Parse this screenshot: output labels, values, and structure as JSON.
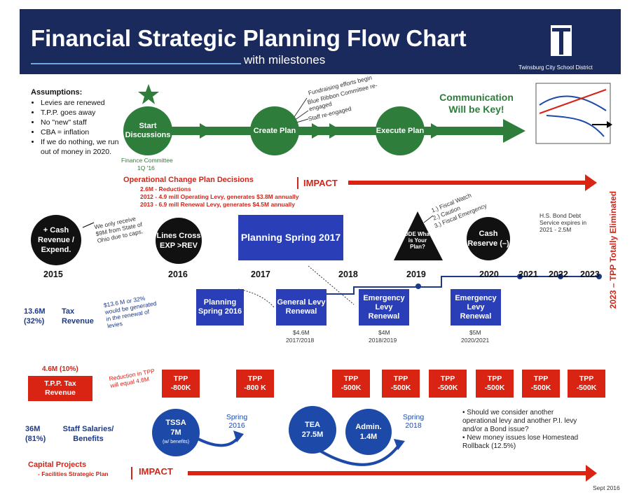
{
  "header": {
    "title": "Financial Strategic Planning Flow Chart",
    "subtitle": "with milestones",
    "district": "Twinsburg City School District"
  },
  "assumptions": {
    "heading": "Assumptions:",
    "items": [
      "Levies are renewed",
      "T.P.P. goes away",
      "No \"new\" staff",
      "CBA = inflation",
      "If we do nothing, we run out of money in 2020."
    ]
  },
  "flow": {
    "start": "Start Discussions",
    "create": "Create Plan",
    "execute": "Execute Plan",
    "finance_committee": "Finance Committee",
    "finance_date": "1Q '16",
    "notes": [
      "Fundraising efforts begin",
      "Blue Ribbon Committee re-engaged",
      "Staff re-engaged"
    ],
    "communication": "Communication Will be Key!"
  },
  "decisions": {
    "title": "Operational Change Plan Decisions",
    "items": [
      "2.6M - Reductions",
      "2012 - 4.9 mill Operating Levy, generates $3.8M annually",
      "2013 - 6.9 mill Renewal Levy, generates $4.5M annually"
    ],
    "impact": "IMPACT"
  },
  "timeline": {
    "cash": "+ Cash Revenue / Expend.",
    "cash_note": "We only receive $9M from State of Ohio due to caps.",
    "lines": "Lines Cross EXP >REV",
    "planning2017": "Planning Spring 2017",
    "ode": "ODE What is Your Plan?",
    "ode_notes": [
      "1.) Fiscal Watch",
      "2.) Caution",
      "3.) Fiscal Emergency"
    ],
    "reserve": "Cash Reserve (–)",
    "bond": "H.S. Bond Debt Service expires in 2021 - 2.5M",
    "years": [
      "2015",
      "2016",
      "2017",
      "2018",
      "2019",
      "2020",
      "2021",
      "2022",
      "2023"
    ],
    "vertical": "2023 – TPP Totally Eliminated"
  },
  "tax": {
    "amount": "13.6M (32%)",
    "label": "Tax Revenue",
    "note": "$13.6 M or 32% would be generated in the renewal of levies",
    "planning2016": "Planning Spring 2016",
    "levies": [
      {
        "label": "General Levy Renewal",
        "amount": "$4.6M",
        "year": "2017/2018"
      },
      {
        "label": "Emergency Levy Renewal",
        "amount": "$4M",
        "year": "2018/2019"
      },
      {
        "label": "Emergency Levy Renewal",
        "amount": "$5M",
        "year": "2020/2021"
      }
    ]
  },
  "tpp": {
    "pct": "4.6M (10%)",
    "label": "T.P.P. Tax Revenue",
    "note": "Reduction in TPP will equal 4.6M",
    "boxes": [
      {
        "l1": "TPP",
        "l2": "-800K"
      },
      {
        "l1": "TPP",
        "l2": "-800 K"
      },
      {
        "l1": "TPP",
        "l2": "-500K"
      },
      {
        "l1": "TPP",
        "l2": "-500K"
      },
      {
        "l1": "TPP",
        "l2": "-500K"
      },
      {
        "l1": "TPP",
        "l2": "-500K"
      },
      {
        "l1": "TPP",
        "l2": "-500K"
      },
      {
        "l1": "TPP",
        "l2": "-500K"
      }
    ]
  },
  "salaries": {
    "amount": "36M (81%)",
    "label": "Staff Salaries/ Benefits",
    "tssa": "TSSA",
    "tssa_amt": "7M",
    "tssa_note": "(w/ benefits)",
    "spring2016": "Spring 2016",
    "tea": "TEA",
    "tea_amt": "27.5M",
    "admin": "Admin.",
    "admin_amt": "1.4M",
    "spring2018": "Spring 2018",
    "notes": [
      "Should we consider another operational levy and another P.I. levy and/or a Bond issue?",
      "New money issues lose Homestead Rollback (12.5%)"
    ]
  },
  "capital": {
    "title": "Capital Projects",
    "sub": "- Facilities Strategic Plan",
    "impact": "IMPACT",
    "date": "Sept 2016"
  },
  "colors": {
    "navy": "#1a2a5c",
    "green": "#2e7d3b",
    "red": "#d92414",
    "blue": "#2a3fb7"
  }
}
